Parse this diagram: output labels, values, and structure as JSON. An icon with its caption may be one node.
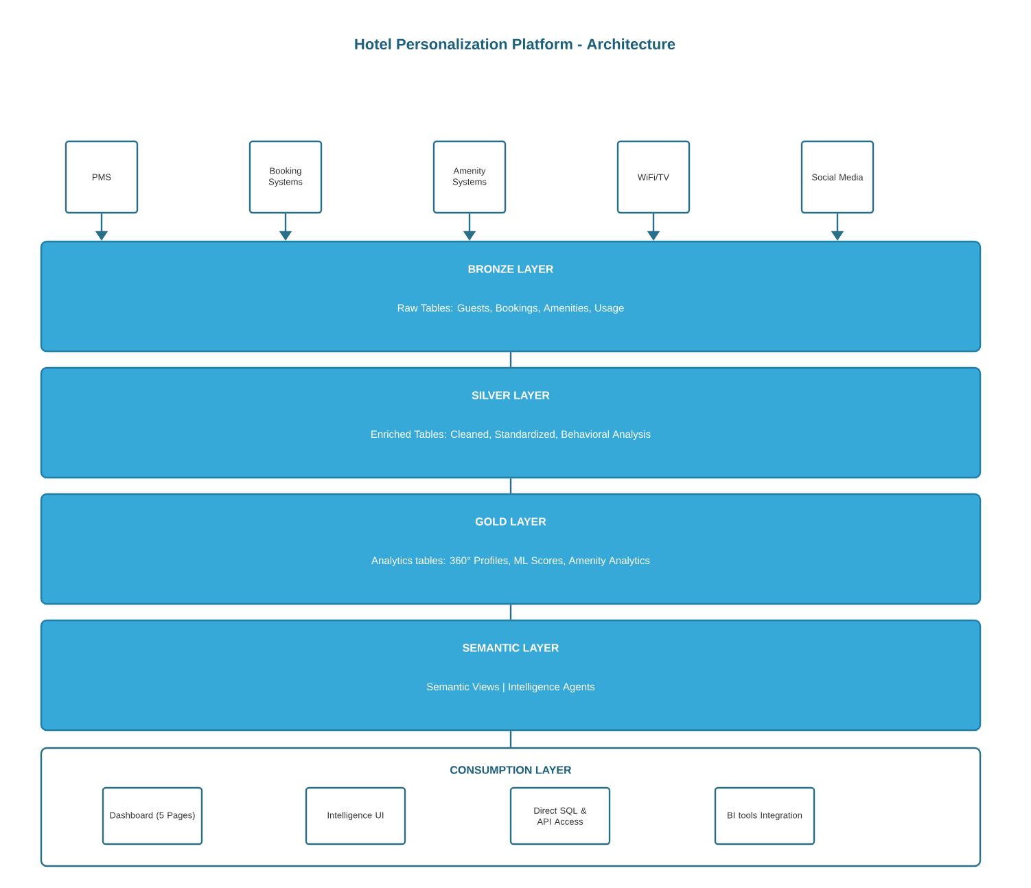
{
  "diagram": {
    "title": "Hotel Personalization Platform - Architecture",
    "nodes": [
      {
        "text": [
          "PMS"
        ]
      },
      {
        "text": [
          "Booking Systems"
        ]
      },
      {
        "text": [
          "Amenity Systems"
        ]
      },
      {
        "text": [
          "WiFi/TV"
        ]
      },
      {
        "text": [
          "Social Media"
        ]
      },
      {
        "text": [
          "BRONZE LAYER",
          "Raw Tables: Guests, Bookings, Amenities, Usage"
        ]
      },
      {
        "text": [
          "SILVER LAYER",
          "Enriched Tables: Cleaned, Standardized, Behavioral Analysis"
        ]
      },
      {
        "text": [
          "GOLD LAYER",
          "Analytics tables: 360° Profiles, ML Scores, Amenity Analytics"
        ]
      },
      {
        "text": [
          "SEMANTIC LAYER",
          "Semantic Views | Intelligence Agents"
        ]
      },
      {
        "text": [
          "CONSUMPTION LAYER"
        ]
      },
      {
        "text": [
          "Dashboard (5 Pages)"
        ],
        "in": 9
      },
      {
        "text": [
          "Intelligence UI"
        ],
        "in": 9
      },
      {
        "text": [
          "Direct SQL & API Access"
        ],
        "in": 9
      },
      {
        "text": [
          "BI tools Integration"
        ],
        "in": 9
      }
    ],
    "edges": [
      {
        "from": 0,
        "to": 5,
        "arrow": "to"
      },
      {
        "from": 1,
        "to": 5,
        "arrow": "to"
      },
      {
        "from": 2,
        "to": 5,
        "arrow": "to"
      },
      {
        "from": 3,
        "to": 5,
        "arrow": "to"
      },
      {
        "from": 4,
        "to": 5,
        "arrow": "to"
      },
      {
        "from": 5,
        "to": 6,
        "arrow": "none"
      },
      {
        "from": 6,
        "to": 7,
        "arrow": "none"
      },
      {
        "from": 7,
        "to": 8,
        "arrow": "none"
      },
      {
        "from": 8,
        "to": 9,
        "arrow": "none"
      }
    ]
  }
}
